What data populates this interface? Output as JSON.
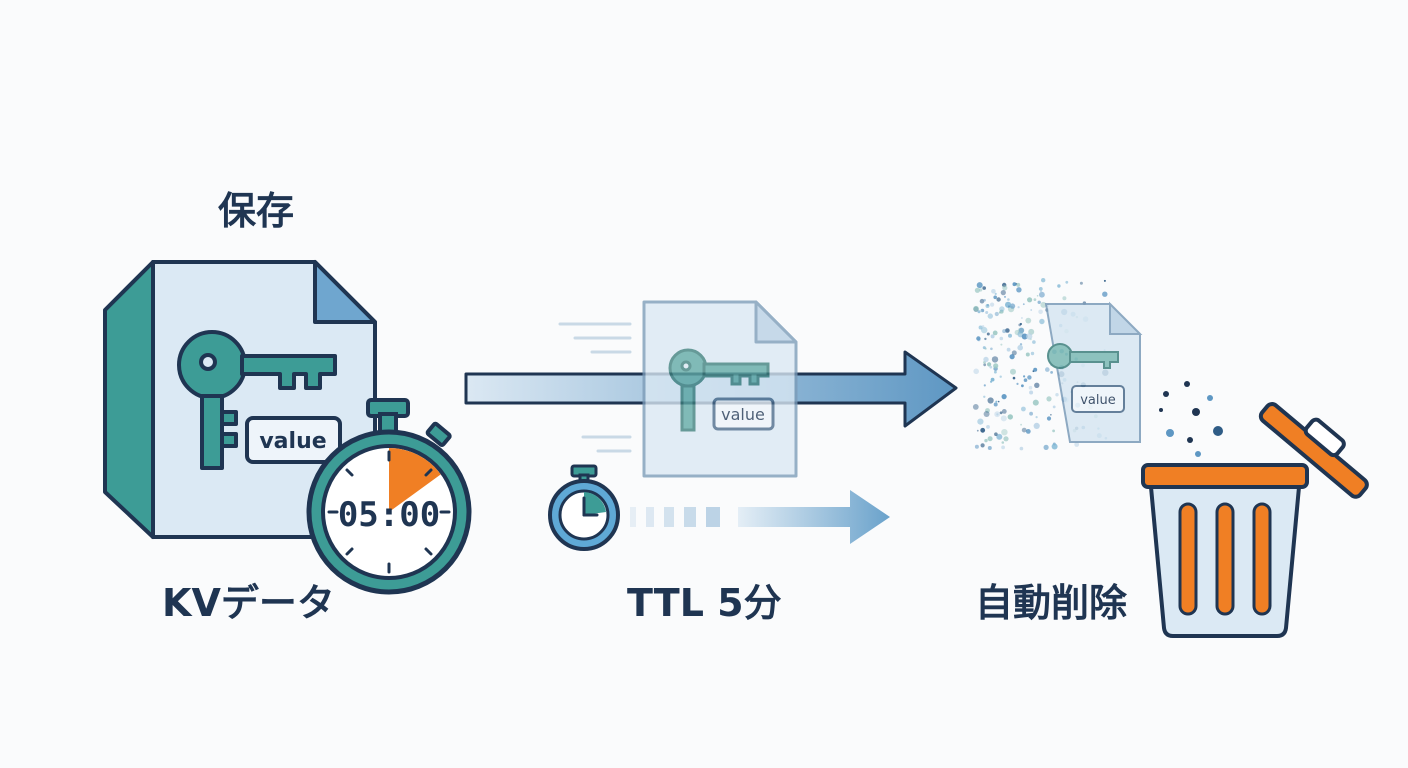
{
  "labels": {
    "save": "保存",
    "kv_data": "KVデータ",
    "ttl": "TTL 5分",
    "auto_delete": "自動削除"
  },
  "document": {
    "value_tag": "value"
  },
  "timer": {
    "display": "05:00",
    "elapsed_fraction": 0.15
  },
  "icons": {
    "document": "document-icon",
    "key": "key-icon",
    "stopwatch": "stopwatch-icon",
    "arrow": "arrow-right-icon",
    "trash": "trash-can-icon"
  },
  "colors": {
    "navy": "#1f3552",
    "teal": "#3d9c96",
    "doc_fill": "#dbe9f4",
    "accent_orange": "#f07f24",
    "arrow_blue": "#5e97c3"
  }
}
